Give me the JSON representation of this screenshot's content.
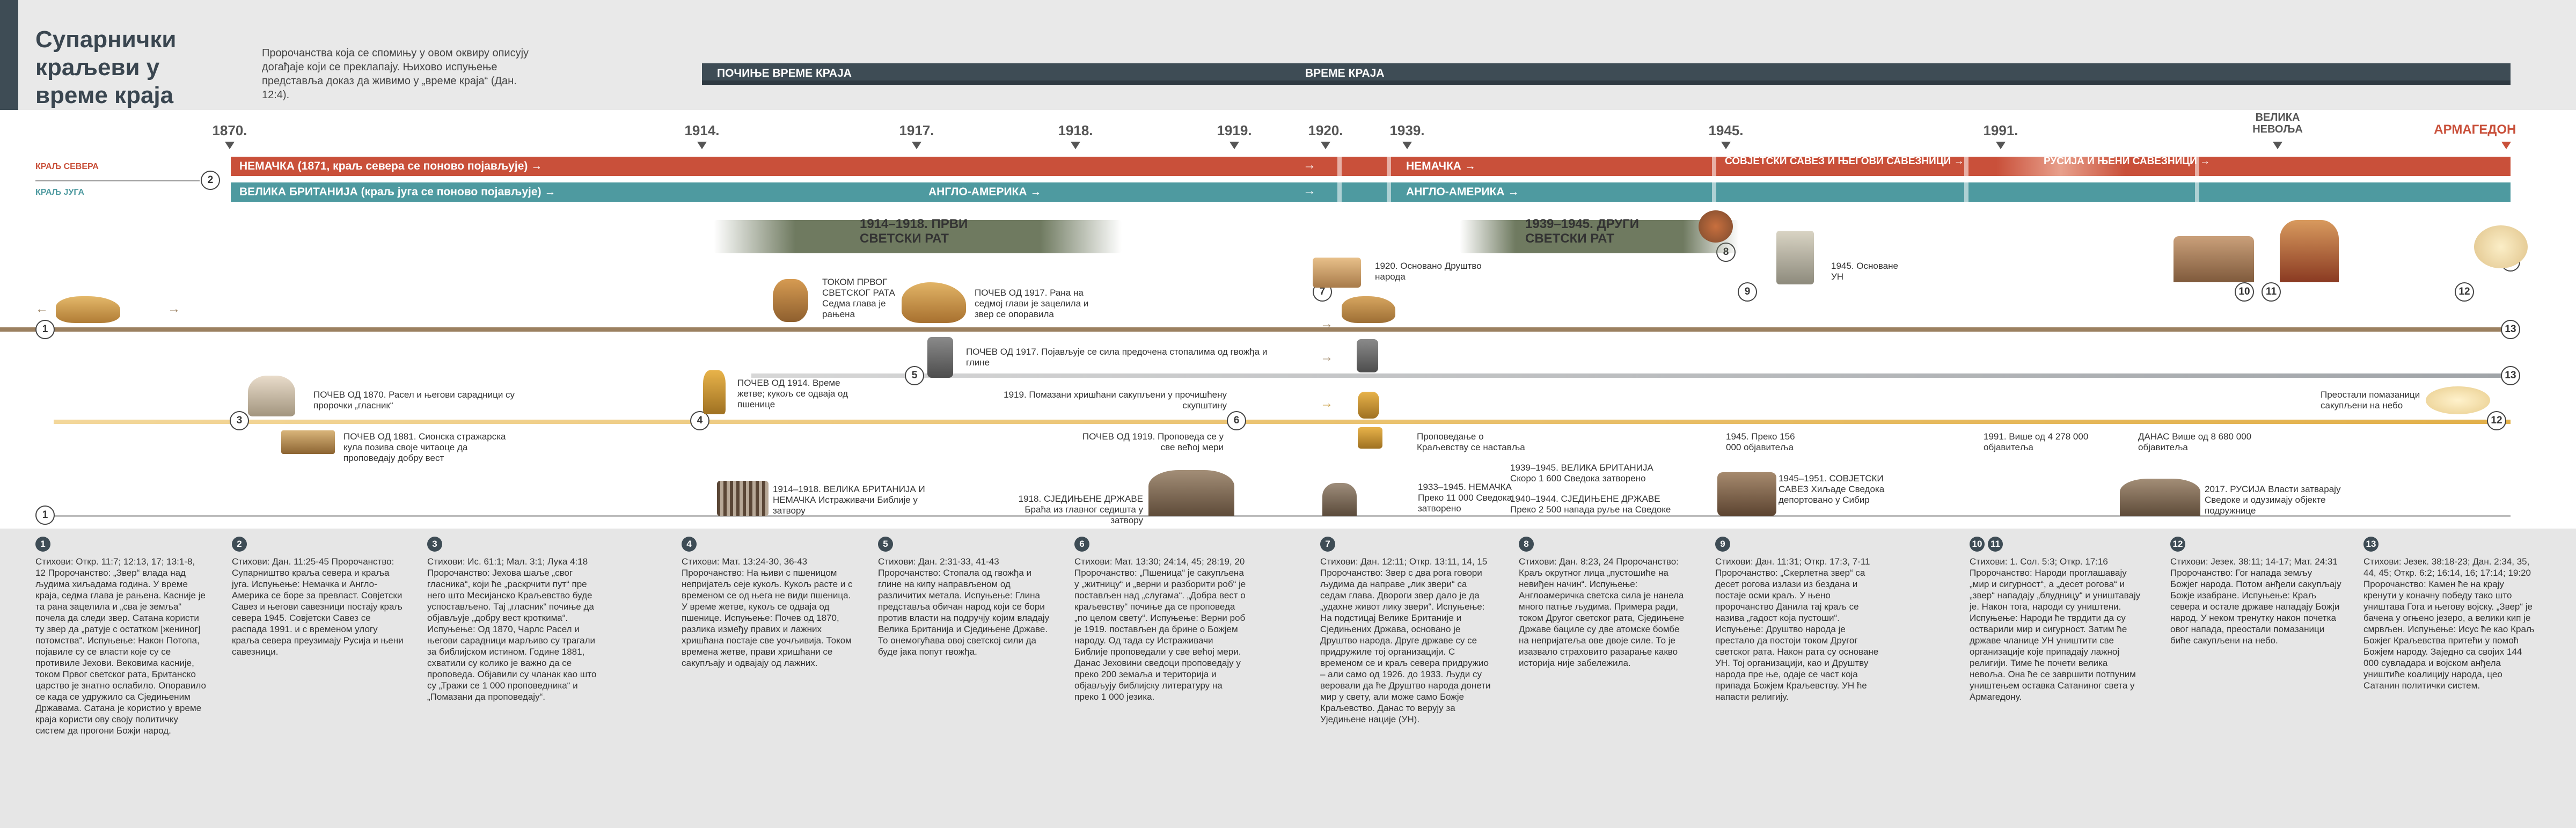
{
  "title": "Супарнички краљеви у време краја",
  "intro": "Пророчанства која се спомињу у овом оквиру описују догађаје који се преклапају. Њихово испуњење представља доказ да живимо у „време краја“ (Дан. 12:4).",
  "bands": {
    "start": "ПОЧИЊЕ ВРЕМЕ КРАЈА",
    "main": "ВРЕМЕ КРАЈА"
  },
  "years": [
    "1870.",
    "1914.",
    "1917.",
    "1918.",
    "1919.",
    "1920.",
    "1939.",
    "1945.",
    "1991.",
    "ВЕЛИКА НЕВОЉА",
    "АРМАГЕДОН"
  ],
  "kings": {
    "north_label": "КРАЉ СЕВЕРА",
    "south_label": "КРАЉ ЈУГА",
    "north_segments": [
      "НЕМАЧКА (1871, краљ севера се поново појављује) →",
      "НЕМАЧКА →",
      "СОВЈЕТСКИ САВЕЗ И ЊЕГОВИ САВЕЗНИЦИ →",
      "РУСИЈА И ЊЕНИ САВЕЗНИЦИ →"
    ],
    "south_segments": [
      "ВЕЛИКА БРИТАНИЈА (краљ југа се поново појављује) →",
      "АНГЛО-АМЕРИКА →",
      "АНГЛО-АМЕРИКА →"
    ]
  },
  "events": {
    "ww1": "1914–1918. ПРВИ СВЕТСКИ РАТ",
    "ww2": "1939–1945. ДРУГИ СВЕТСКИ РАТ",
    "e_ww1_heads": "ТОКОМ ПРВОГ СВЕТСКОГ РАТА Седма глава је рањена",
    "e_1917": "ПОЧЕВ ОД 1917. Рана на седмој глави је зацелила и звер се опоравила",
    "e_1920": "1920. Основано Друштво народа",
    "e_1945un": "1945. Основане УН",
    "e_1917feet": "ПОЧЕВ ОД 1917. Појављује се сила предочена стопалима од гвожђа и глине",
    "e_1870": "ПОЧЕВ ОД 1870. Расел и његови сарадници су пророчки „гласник“",
    "e_1914": "ПОЧЕВ ОД 1914. Време жетве; кукољ се одваја од пшенице",
    "e_1919": "1919. Помазани хришћани сакупљени у прочишћену скупштину",
    "e_remnant": "Преостали помазаници сакупљени на небо",
    "e_1881": "ПОЧЕВ ОД 1881. Сионска стражарска кула позива своје читаоце да проповедају добру вест",
    "e_1919b": "ПОЧЕВ ОД 1919. Проповеда се у све већој мери",
    "e_kingdom": "Проповедање о Краљевству се наставља",
    "e_1945num": "1945. Преко 156 000 објавитеља",
    "e_1991num": "1991. Више од 4 278 000 објавитеља",
    "e_today": "ДАНАС Више од 8 680 000 објавитеља",
    "e_1914_18": "1914–1918. ВЕЛИКА БРИТАНИЈА И НЕМАЧКА Истраживачи Библије у затвору",
    "e_1918": "1918. СЈЕДИЊЕНЕ ДРЖАВЕ Браћа из главног седишта у затвору",
    "e_1933": "1933–1945. НЕМАЧКА Преко 11 000 Сведока затворено",
    "e_1939uk": "1939–1945. ВЕЛИКА БРИТАНИЈА Скоро 1 600 Сведока затворено",
    "e_1940us": "1940–1944. СЈЕДИЊЕНЕ ДРЖАВЕ Преко 2 500 напада руље на Сведоке",
    "e_1945su": "1945–1951. СОВЈЕТСКИ САВЕЗ Хиљаде Сведока депортовано у Сибир",
    "e_2017": "2017. РУСИЈА Власти затварају Сведоке и одузимају објекте подружнице"
  },
  "columns": [
    {
      "n": "1",
      "text": "Стихови: Откр. 11:7; 12:13, 17; 13:1-8, 12 Пророчанство: „Звер“ влада над људима хиљадама година. У време краја, седма глава је рањена. Касније је та рана зацелила и „сва је земља“ почела да следи звер. Сатана користи ту звер да „ратује с остатком [жениног] потомства“. Испуњење: Након Потопа, појавиле су се власти које су се противиле Јехови. Вековима касније, током Првог светског рата, Британско царство је знатно ослабило. Опоравило се када се удружило са Сједињеним Државама. Сатана је користио у време краја користи ову своју политичку систем да прогони Божји народ."
    },
    {
      "n": "2",
      "text": "Стихови: Дан. 11:25-45 Пророчанство: Супарништво краља севера и краља југа. Испуњење: Немачка и Англо-Америка се боре за превласт. Совјетски Савез и његови савезници постају краљ севера 1945. Совјетски Савез се распада 1991. и с временом улогу краља севера преузимају Русија и њени савезници."
    },
    {
      "n": "3",
      "text": "Стихови: Ис. 61:1; Мал. 3:1; Лука 4:18 Пророчанство: Јехова шаље „свог гласника“, који ће „раскрчити пут“ пре него што Месијанско Краљевство буде успостављено. Тај „гласник“ почиње да објављује „добру вест кроткима“. Испуњење: Од 1870, Чарлс Расел и његови сарадници марљиво су трагали за библијском истином. Године 1881, схватили су колико је важно да се проповеда. Објавили су чланак као што су „Тражи се 1 000 проповедника“ и „Помазани да проповедају“."
    },
    {
      "n": "4",
      "text": "Стихови: Мат. 13:24-30, 36-43 Пророчанство: На њиви с пшеницом непријатељ сеје кукољ. Кукољ расте и с временом се од њега не види пшеница. У време жетве, кукољ се одваја од пшенице. Испуњење: Почев од 1870, разлика између правих и лажних хришћана постаје све уочљивија. Током времена жетве, прави хришћани се сакупљају и одвајају од лажних."
    },
    {
      "n": "5",
      "text": "Стихови: Дан. 2:31-33, 41-43 Пророчанство: Стопала од гвожђа и глине на кипу направљеном од различитих метала. Испуњење: Глина представља обичан народ који се бори против власти на подручју којим владају Велика Британија и Сједињене Државе. То онемогућава овој светској сили да буде јака попут гвожђа."
    },
    {
      "n": "6",
      "text": "Стихови: Мат. 13:30; 24:14, 45; 28:19, 20 Пророчанство: „Пшеница“ је сакупљена у „житницу“ и „верни и разборити роб“ је постављен над „слугама“. „Добра вест о краљевству“ почиње да се проповеда „по целом свету“. Испуњење: Верни роб је 1919. постављен да брине о Божјем народу. Од тада су Истраживачи Библије проповедали у све већој мери. Данас Јеховини сведоци проповедају у преко 200 земаља и територија и објављују библијску литературу на преко 1 000 језика."
    },
    {
      "n": "7",
      "text": "Стихови: Дан. 12:11; Откр. 13:11, 14, 15 Пророчанство: Звер с два рога говори људима да направе „лик звери“ са седам глава. Двороги звер дало је да „удахне живот лику звери“. Испуњење: На подстицај Велике Британије и Сједињених Држава, основано је Друштво народа. Друге државе су се придружиле тој организацији. С временом се и краљ севера придружио – али само од 1926. до 1933. Људи су веровали да ће Друштво народа донети мир у свету, али може само Божје Краљевство. Данас то верују за Уједињене нације (УН)."
    },
    {
      "n": "8",
      "text": "Стихови: Дан. 8:23, 24 Пророчанство: Краљ окрутног лица „пустошиће на невиђен начин“. Испуњење: Англоамеричка светска сила је нанела много патње људима. Примера ради, током Другог светског рата, Сједињене Државе бациле су две атомске бомбе на непријатеља ове двоје силе. То је изазвало страховито разарање какво историја није забележила."
    },
    {
      "n": "9",
      "text": "Стихови: Дан. 11:31; Откр. 17:3, 7-11 Пророчанство: „Скерлетна звер“ са десет рогова излази из бездана и постаје осми краљ. У њено пророчанство Данила тај краљ се назива „гадост која пустоши“. Испуњење: Друштво народа је престало да постоји током Другог светског рата. Након рата су основане УН. Тој организацији, као и Друштву народа пре ње, одаје се част која припада Божјем Краљевству. УН ће напасти религију."
    },
    {
      "n": "10 11",
      "text": "Стихови: 1. Сол. 5:3; Откр. 17:16 Пророчанство: Народи проглашавају „мир и сигурност“, а „десет рогова“ и „звер“ нападају „блудницу“ и уништавају је. Након тога, народи су уништени. Испуњење: Народи ће тврдити да су остварили мир и сигурност. Затим ће државе чланице УН уништити све организације које припадају лажној религији. Тиме ће почети велика невоља. Она ће се завршити потпуним уништењем оставка Сатаниног света у Армагедону."
    },
    {
      "n": "12",
      "text": "Стихови: Језек. 38:11; 14-17; Мат. 24:31 Пророчанство: Гог напада земљу Божјег народа. Потом анђели сакупљају Божје изабране. Испуњење: Краљ севера и остале државе нападају Божји народ. У неком тренутку након почетка овог напада, преостали помазаници биће сакупљени на небо."
    },
    {
      "n": "13",
      "text": "Стихови: Језек. 38:18-23; Дан. 2:34, 35, 44, 45; Откр. 6:2; 16:14, 16; 17:14; 19:20 Пророчанство: Камен ће на крају кренути у коначну победу тако што уништава Гога и његову војску. „Звер“ је бачена у огњено језеро, а велики кип је смрвљен. Испуњење: Исус ће као Краљ Божјег Краљевства притећи у помоћ Божјем народу. Заједно са својих 144 000 сувладара и војском анђела уништиће коалицију народа, цео Сатанин политички систем."
    }
  ],
  "colors": {
    "north": "#c9503a",
    "south": "#4e9aa0",
    "dark": "#3e4c55",
    "gold": "#e2b04a",
    "brown": "#9b8060",
    "grey": "#a0a4a8"
  }
}
